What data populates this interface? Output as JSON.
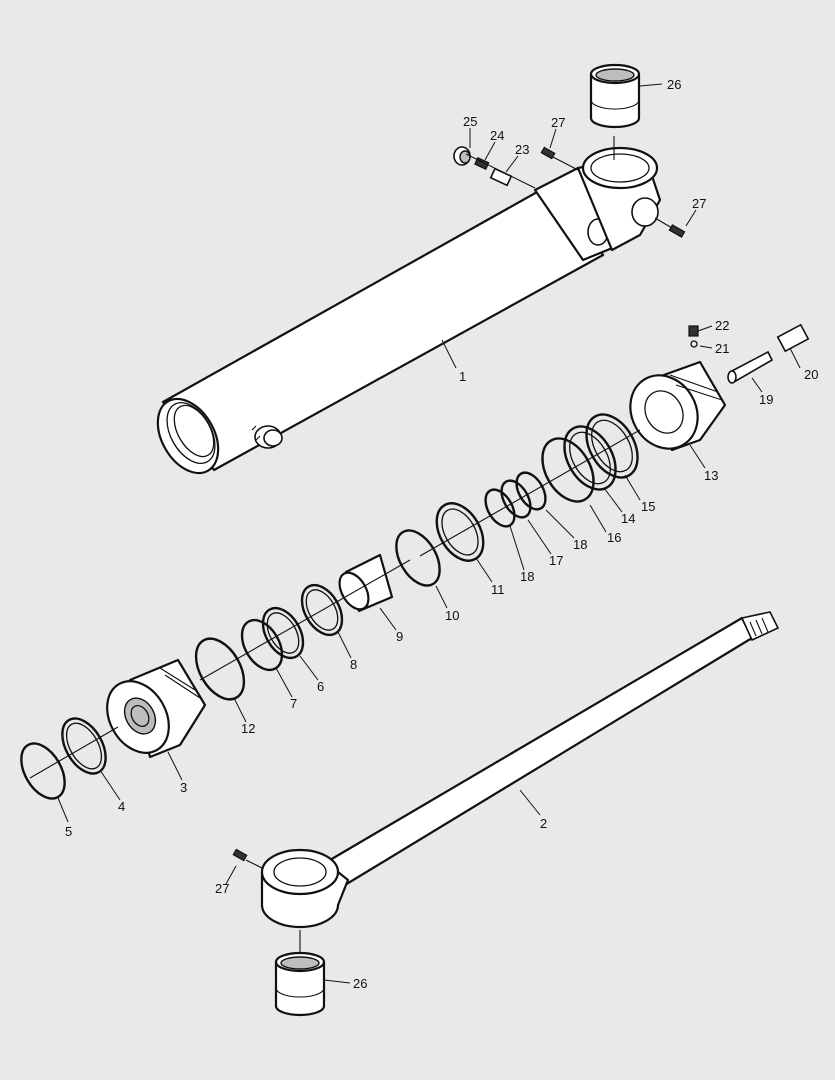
{
  "diagram": {
    "callouts": [
      {
        "id": "c1",
        "text": "1"
      },
      {
        "id": "c2",
        "text": "2"
      },
      {
        "id": "c3",
        "text": "3"
      },
      {
        "id": "c4",
        "text": "4"
      },
      {
        "id": "c5",
        "text": "5"
      },
      {
        "id": "c6",
        "text": "6"
      },
      {
        "id": "c7",
        "text": "7"
      },
      {
        "id": "c8",
        "text": "8"
      },
      {
        "id": "c9",
        "text": "9"
      },
      {
        "id": "c10",
        "text": "10"
      },
      {
        "id": "c11",
        "text": "11"
      },
      {
        "id": "c12",
        "text": "12"
      },
      {
        "id": "c13",
        "text": "13"
      },
      {
        "id": "c14",
        "text": "14"
      },
      {
        "id": "c15",
        "text": "15"
      },
      {
        "id": "c16",
        "text": "16"
      },
      {
        "id": "c17",
        "text": "17"
      },
      {
        "id": "c18a",
        "text": "18"
      },
      {
        "id": "c18b",
        "text": "18"
      },
      {
        "id": "c19",
        "text": "19"
      },
      {
        "id": "c20",
        "text": "20"
      },
      {
        "id": "c21",
        "text": "21"
      },
      {
        "id": "c22",
        "text": "22"
      },
      {
        "id": "c23",
        "text": "23"
      },
      {
        "id": "c24",
        "text": "24"
      },
      {
        "id": "c25",
        "text": "25"
      },
      {
        "id": "c26a",
        "text": "26"
      },
      {
        "id": "c26b",
        "text": "26"
      },
      {
        "id": "c27a",
        "text": "27"
      },
      {
        "id": "c27b",
        "text": "27"
      },
      {
        "id": "c27c",
        "text": "27"
      }
    ]
  },
  "colors": {
    "background": "#e9e9e9",
    "line": "#111111",
    "fill": "#ffffff",
    "shade": "#bdbdbd"
  }
}
